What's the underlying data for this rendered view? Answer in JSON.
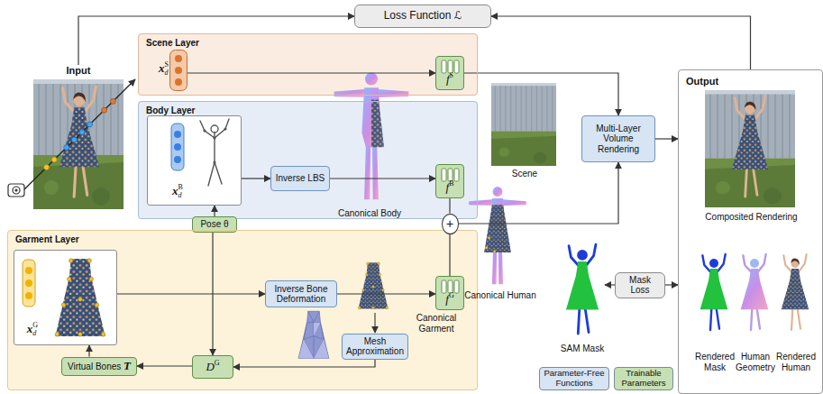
{
  "diagram": {
    "nodes": [
      {
        "text": [
          "Loss Function ℒ"
        ]
      },
      {
        "text": [
          "Input"
        ]
      },
      {
        "text": [
          "Scene Layer"
        ]
      },
      {
        "text": [
          "xdS"
        ],
        "in": 2
      },
      {
        "text": [
          "fS"
        ],
        "in": 2
      },
      {
        "text": [
          "Body Layer"
        ]
      },
      {
        "text": [
          "xdB"
        ],
        "in": 5
      },
      {
        "text": [
          "Inverse LBS"
        ],
        "in": 5
      },
      {
        "text": [
          "fB"
        ],
        "in": 5
      },
      {
        "text": [
          "Pose θ"
        ]
      },
      {
        "text": [
          "Garment Layer"
        ]
      },
      {
        "text": [
          "xdG"
        ],
        "in": 10
      },
      {
        "text": [
          "Inverse Bone Deformation"
        ],
        "in": 10
      },
      {
        "text": [
          "fG"
        ],
        "in": 10
      },
      {
        "text": [
          "Mesh Approximation"
        ],
        "in": 10
      },
      {
        "text": [
          "DG"
        ],
        "in": 10
      },
      {
        "text": [
          "Virtual Bones T"
        ],
        "in": 10
      },
      {
        "text": [
          "+"
        ]
      },
      {
        "text": [
          "Multi-Layer Volume Rendering"
        ]
      },
      {
        "text": [
          "Mask Loss"
        ]
      },
      {
        "text": [
          "Output",
          "Composited Rendering",
          "Rendered Mask",
          "Human Geometry",
          "Rendered Human"
        ]
      }
    ],
    "edges": [
      {
        "from": 3,
        "to": 4,
        "arrow": "to"
      },
      {
        "from": 4,
        "to": 18,
        "arrow": "to"
      },
      {
        "from": 6,
        "to": 7,
        "arrow": "to"
      },
      {
        "from": 7,
        "to": 8,
        "arrow": "to"
      },
      {
        "from": 8,
        "to": 17,
        "arrow": "none"
      },
      {
        "from": 13,
        "to": 17,
        "arrow": "none"
      },
      {
        "from": 17,
        "to": 18,
        "arrow": "to"
      },
      {
        "from": 18,
        "to": 20,
        "arrow": "to"
      },
      {
        "from": 20,
        "to": 0,
        "arrow": "to"
      },
      {
        "from": 1,
        "to": 0,
        "arrow": "to"
      },
      {
        "from": 9,
        "to": 6,
        "arrow": "to"
      },
      {
        "from": 9,
        "to": 15,
        "arrow": "to"
      },
      {
        "from": 11,
        "to": 12,
        "arrow": "to"
      },
      {
        "from": 12,
        "to": 13,
        "arrow": "to"
      },
      {
        "from": 14,
        "to": 15,
        "arrow": "to"
      },
      {
        "from": 15,
        "to": 16,
        "arrow": "to"
      },
      {
        "from": 16,
        "to": 11,
        "arrow": "to"
      },
      {
        "from": 19,
        "to": 20,
        "arrow": "to"
      }
    ],
    "labels": [
      "Scene",
      "Canonical Body",
      "Canonical Garment",
      "Canonical Human",
      "SAM Mask"
    ],
    "legend": [
      {
        "text": "Parameter-Free Functions",
        "color": "#d6e4f3"
      },
      {
        "text": "Trainable Parameters",
        "color": "#c6e0b4"
      }
    ]
  }
}
